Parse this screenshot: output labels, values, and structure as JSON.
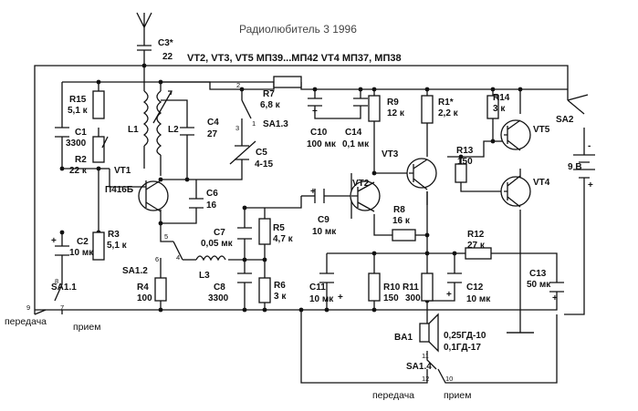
{
  "title": "Радиолюбитель 3 1996",
  "header_note": "VT2, VT3, VT5 МП39...МП42 VT4 МП37, МП38",
  "components": {
    "C3": {
      "ref": "C3*",
      "value": "22"
    },
    "R15": {
      "ref": "R15",
      "value": "5,1 к"
    },
    "C1": {
      "ref": "C1",
      "value": "3300"
    },
    "R2": {
      "ref": "R2",
      "value": "22 к"
    },
    "C2": {
      "ref": "C2",
      "value": "10 мк"
    },
    "R3": {
      "ref": "R3",
      "value": "5,1 к"
    },
    "L1": {
      "ref": "L1"
    },
    "L2": {
      "ref": "L2"
    },
    "VT1": {
      "ref": "VT1",
      "value": "П416Б"
    },
    "C4": {
      "ref": "C4",
      "value": "27"
    },
    "C5": {
      "ref": "C5",
      "value": "4-15"
    },
    "C6": {
      "ref": "C6",
      "value": "16"
    },
    "R7": {
      "ref": "R7",
      "value": "6,8 к"
    },
    "SA13": {
      "ref": "SA1.3"
    },
    "C7": {
      "ref": "C7",
      "value": "0,05 мк"
    },
    "R5": {
      "ref": "R5",
      "value": "4,7 к"
    },
    "R6": {
      "ref": "R6",
      "value": "3 к"
    },
    "C8": {
      "ref": "C8",
      "value": "3300"
    },
    "L3": {
      "ref": "L3"
    },
    "R4": {
      "ref": "R4",
      "value": "100"
    },
    "SA12": {
      "ref": "SA1.2"
    },
    "C10": {
      "ref": "C10",
      "value": "100 мк"
    },
    "C14": {
      "ref": "C14",
      "value": "0,1 мк"
    },
    "R9": {
      "ref": "R9",
      "value": "12 к"
    },
    "VT2": {
      "ref": "VT2"
    },
    "C9": {
      "ref": "C9",
      "value": "10 мк"
    },
    "R8": {
      "ref": "R8",
      "value": "16 к"
    },
    "C11": {
      "ref": "C11",
      "value": "10 мк"
    },
    "R10": {
      "ref": "R10",
      "value": "150"
    },
    "R11": {
      "ref": "R11",
      "value": "300"
    },
    "C12": {
      "ref": "C12",
      "value": "10 мк"
    },
    "R1": {
      "ref": "R1*",
      "value": "2,2 к"
    },
    "VT3": {
      "ref": "VT3"
    },
    "R13": {
      "ref": "R13",
      "value": "150"
    },
    "R14": {
      "ref": "R14",
      "value": "3 к"
    },
    "VT5": {
      "ref": "VT5"
    },
    "VT4": {
      "ref": "VT4"
    },
    "R12": {
      "ref": "R12",
      "value": "27 к"
    },
    "C13": {
      "ref": "C13",
      "value": "50 мк"
    },
    "SA2": {
      "ref": "SA2"
    },
    "battery": {
      "value": "9 В"
    },
    "BA1": {
      "ref": "BA1",
      "value1": "0,25ГД-10",
      "value2": "0,1ГД-17"
    },
    "SA11": {
      "ref": "SA1.1"
    },
    "SA14": {
      "ref": "SA1.4"
    }
  },
  "pins": {
    "p1": "1",
    "p2": "2",
    "p3": "3",
    "p4": "4",
    "p5": "5",
    "p6": "6",
    "p7": "7",
    "p8": "8",
    "p9": "9",
    "p10": "10",
    "p11": "11",
    "p12": "12"
  },
  "modes": {
    "transmit": "передача",
    "receive": "прием"
  },
  "polarity": {
    "plus": "+",
    "minus": "-"
  }
}
